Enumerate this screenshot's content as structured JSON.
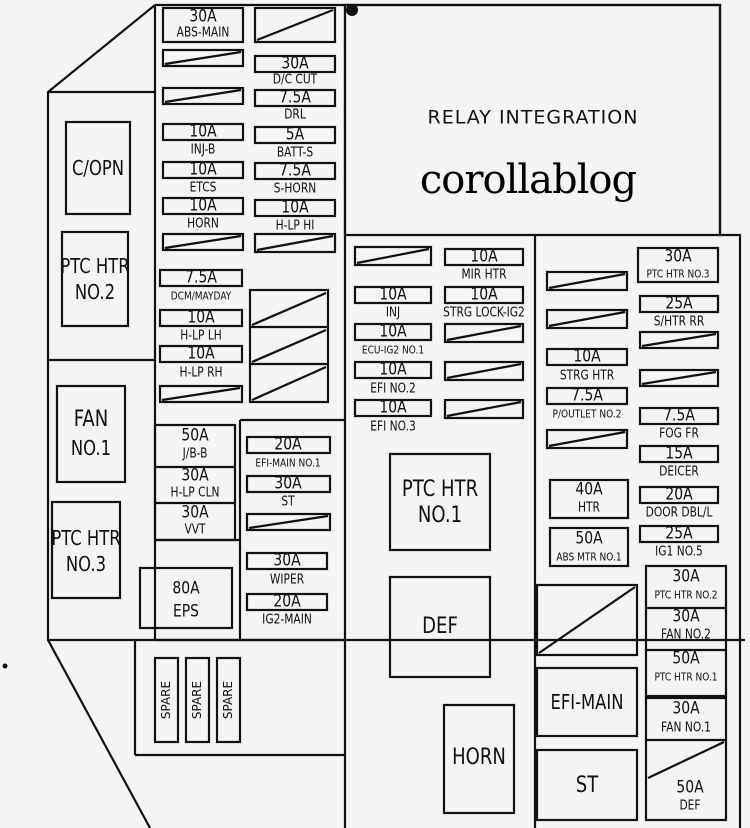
{
  "title": "RELAY INTEGRATION",
  "watermark": "corollablog",
  "relays": {
    "c_opn": "C/OPN",
    "ptc_htr_no2_line1": "PTC HTR",
    "ptc_htr_no2_line2": "NO.2",
    "fan_no1_line1": "FAN",
    "fan_no1_line2": "NO.1",
    "ptc_htr_no3_line1": "PTC HTR",
    "ptc_htr_no3_line2": "NO.3",
    "ptc_htr_no1_line1": "PTC HTR",
    "ptc_htr_no1_line2": "NO.1",
    "def": "DEF",
    "horn": "HORN",
    "efi_main": "EFI-MAIN",
    "st": "ST"
  },
  "fuses": {
    "abs_main": {
      "amp": "30A",
      "name": "ABS-MAIN"
    },
    "dc_cut": {
      "amp": "30A",
      "name": "D/C CUT"
    },
    "drl": {
      "amp": "7.5A",
      "name": "DRL"
    },
    "inj_b": {
      "amp": "10A",
      "name": "INJ-B"
    },
    "batt_s": {
      "amp": "5A",
      "name": "BATT-S"
    },
    "etcs": {
      "amp": "10A",
      "name": "ETCS"
    },
    "s_horn": {
      "amp": "7.5A",
      "name": "S-HORN"
    },
    "horn": {
      "amp": "10A",
      "name": "HORN"
    },
    "h_lp_hi": {
      "amp": "10A",
      "name": "H-LP HI"
    },
    "dcm_mayday": {
      "amp": "7.5A",
      "name": "DCM/MAYDAY"
    },
    "h_lp_lh": {
      "amp": "10A",
      "name": "H-LP LH"
    },
    "h_lp_rh": {
      "amp": "10A",
      "name": "H-LP RH"
    },
    "jb_b": {
      "amp": "50A",
      "name": "J/B-B"
    },
    "h_lp_cln": {
      "amp": "30A",
      "name": "H-LP CLN"
    },
    "vvt": {
      "amp": "30A",
      "name": "VVT"
    },
    "efi_main_no1": {
      "amp": "20A",
      "name": "EFI-MAIN NO.1"
    },
    "st": {
      "amp": "30A",
      "name": "ST"
    },
    "eps": {
      "amp": "80A",
      "name": "EPS"
    },
    "wiper": {
      "amp": "30A",
      "name": "WIPER"
    },
    "ig2_main": {
      "amp": "20A",
      "name": "IG2-MAIN"
    },
    "spare": "SPARE",
    "inj": {
      "amp": "10A",
      "name": "INJ"
    },
    "ecu_ig2_no1": {
      "amp": "10A",
      "name": "ECU-IG2 NO.1"
    },
    "efi_no2": {
      "amp": "10A",
      "name": "EFI NO.2"
    },
    "efi_no3": {
      "amp": "10A",
      "name": "EFI NO.3"
    },
    "mir_htr": {
      "amp": "10A",
      "name": "MIR HTR"
    },
    "strg_lock_ig2": {
      "amp": "10A",
      "name": "STRG LOCK-IG2"
    },
    "ptc_htr_no3_fuse": {
      "amp": "30A",
      "name": "PTC HTR NO.3"
    },
    "s_htr_rr": {
      "amp": "25A",
      "name": "S/HTR RR"
    },
    "strg_htr": {
      "amp": "10A",
      "name": "STRG HTR"
    },
    "p_outlet_no2": {
      "amp": "7.5A",
      "name": "P/OUTLET NO.2"
    },
    "fog_fr": {
      "amp": "7.5A",
      "name": "FOG FR"
    },
    "deicer": {
      "amp": "15A",
      "name": "DEICER"
    },
    "htr": {
      "amp": "40A",
      "name": "HTR"
    },
    "door_dbl_l": {
      "amp": "20A",
      "name": "DOOR DBL/L"
    },
    "ig1_no5": {
      "amp": "25A",
      "name": "IG1 NO.5"
    },
    "abs_mtr_no1": {
      "amp": "50A",
      "name": "ABS MTR NO.1"
    },
    "ptc_htr_no2_fuse": {
      "amp": "30A",
      "name": "PTC HTR NO.2"
    },
    "fan_no2": {
      "amp": "30A",
      "name": "FAN NO.2"
    },
    "ptc_htr_no1_fuse": {
      "amp": "50A",
      "name": "PTC HTR NO.1"
    },
    "fan_no1_fuse": {
      "amp": "30A",
      "name": "FAN NO.1"
    },
    "def_fuse": {
      "amp": "50A",
      "name": "DEF"
    }
  }
}
